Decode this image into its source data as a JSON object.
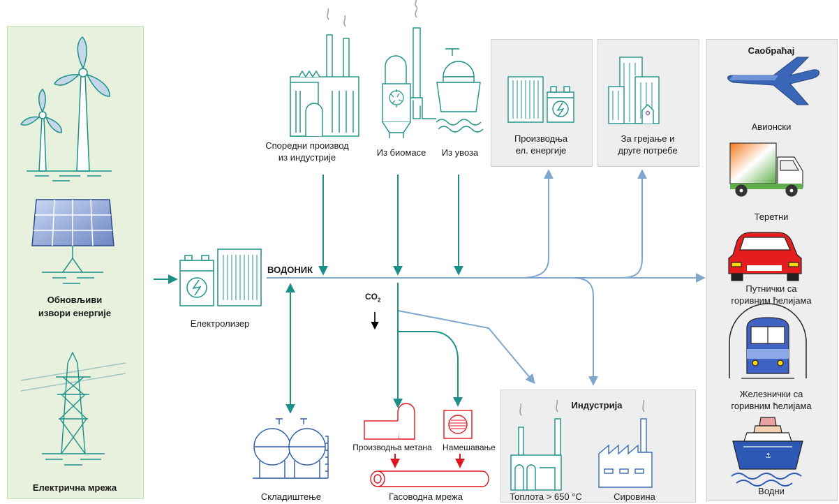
{
  "left_panel": {
    "renewables": "Обновљиви\nизвори енергије",
    "grid": "Електрична мрежа"
  },
  "electrolyzer": "Електролизер",
  "hydrogen": "ВОДОНИК",
  "co2": "CO",
  "co2_sub": "2",
  "sources": {
    "industry_byproduct": "Споредни производ\nиз индустрије",
    "biomass": "Из биомасе",
    "import": "Из увоза"
  },
  "uses": {
    "power": "Производња\nел. енергије",
    "heating": "За грејање и\nдруге потребе"
  },
  "storage": "Складиштење",
  "gas": {
    "methane": "Производња метана",
    "blending": "Намешавање",
    "pipeline": "Гасоводна мрежа"
  },
  "industry": {
    "title": "Индустрија",
    "heat": "Топлота > 650 °C",
    "feedstock": "Сировина"
  },
  "transport": {
    "title": "Саобраћај",
    "air": "Авионски",
    "freight": "Теретни",
    "car": "Путнички са\nгоривним ћелијама",
    "rail": "Железнички са\nгоривним ћелијама",
    "water": "Водни"
  },
  "colors": {
    "teal": "#1a9088",
    "blue": "#7fa6cc",
    "red": "#e0141e"
  }
}
